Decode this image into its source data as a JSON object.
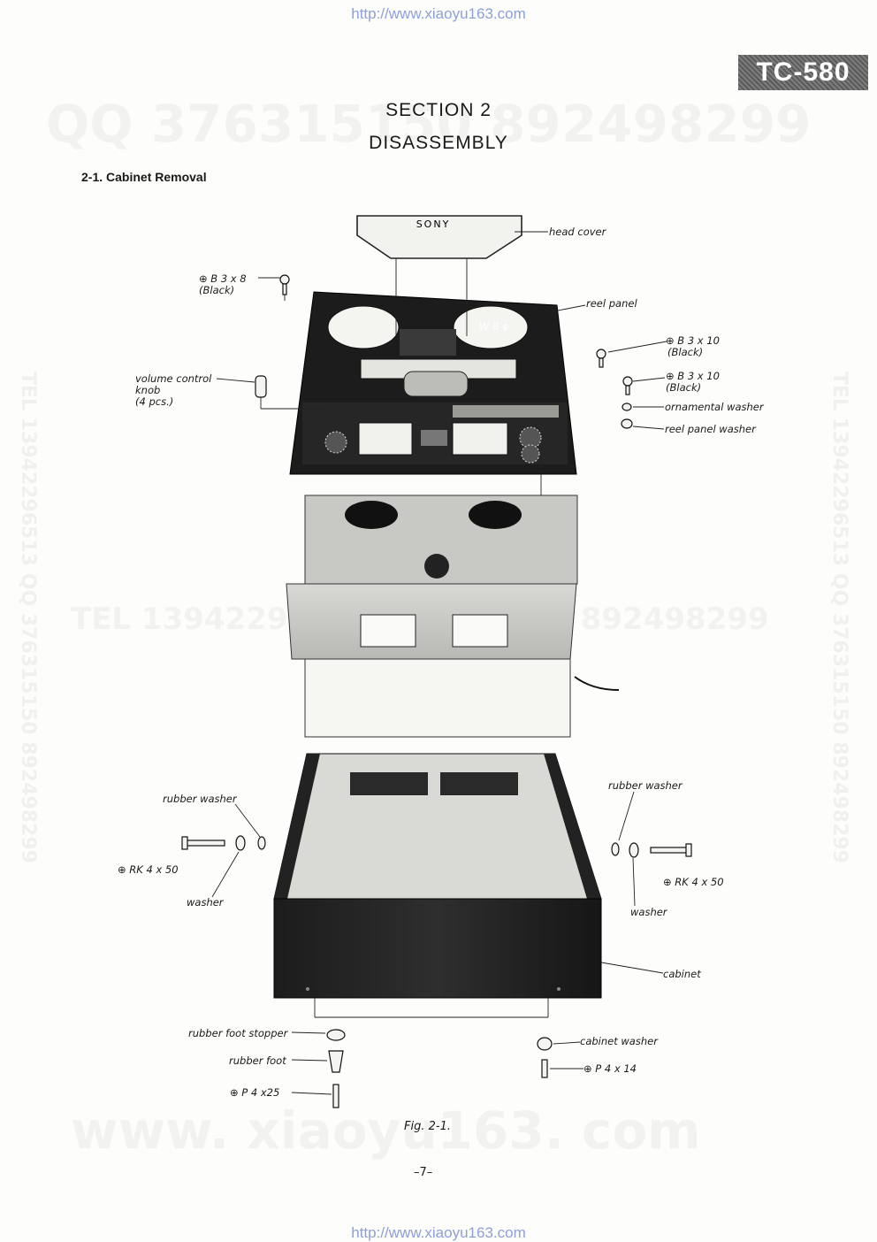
{
  "header": {
    "url_top": "http://www.xiaoyu163.com",
    "model_badge": "TC-580"
  },
  "watermarks": {
    "top": "QQ 376315150  892498299",
    "middle": "TEL 13942296513  376315150  892498299",
    "bottom": "www. xiaoyu163. com",
    "right_vertical": "TEL 13942296513  QQ 376315150  892498299",
    "left_vertical": "TEL 13942296513  QQ 376315150  892498299"
  },
  "section": {
    "title": "SECTION 2",
    "subtitle": "DISASSEMBLY",
    "subsection": "2-1.   Cabinet Removal"
  },
  "diagram": {
    "brand": "SONY",
    "labels": {
      "head_cover": "head cover",
      "b3x8": "⊕ B 3 x 8",
      "b3x8_note": "(Black)",
      "reel_panel": "reel panel",
      "w8": "W 8 φ",
      "b3x10_a": "⊕ B 3 x 10",
      "b3x10_a_note": "(Black)",
      "b3x10_b": "⊕ B 3 x 10",
      "b3x10_b_note": "(Black)",
      "volume_knob_1": "volume control",
      "volume_knob_2": "knob",
      "volume_knob_3": "(4 pcs.)",
      "ornamental_washer": "ornamental washer",
      "reel_panel_washer": "reel panel washer",
      "rubber_washer_left": "rubber washer",
      "rk_left": "⊕ RK 4 x 50",
      "washer_left": "washer",
      "rubber_washer_right": "rubber washer",
      "rk_right": "⊕ RK 4 x 50",
      "washer_right": "washer",
      "cabinet": "cabinet",
      "rubber_foot_stopper": "rubber foot stopper",
      "rubber_foot": "rubber foot",
      "p4x25": "⊕ P 4 x25",
      "cabinet_washer": "cabinet washer",
      "p4x14": "⊕ P 4 x 14"
    }
  },
  "figure_caption": "Fig. 2-1.",
  "page_number": "–7–",
  "footer": {
    "url_bottom": "http://www.xiaoyu163.com"
  }
}
